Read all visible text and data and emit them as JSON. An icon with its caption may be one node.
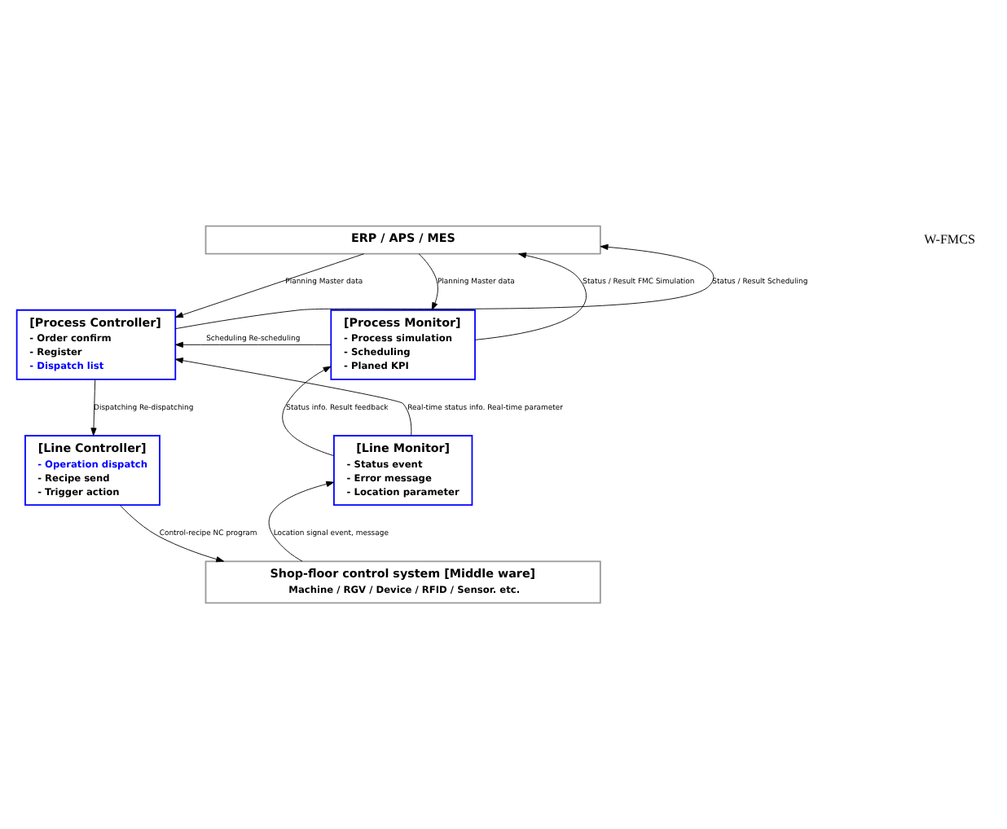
{
  "diagram": {
    "nodes": [
      {
        "text": [
          "ERP / APS / MES"
        ]
      },
      {
        "text": [
          "[Process Monitor]",
          "- Process simulation",
          "- Scheduling",
          "- Planed KPI"
        ]
      },
      {
        "text": [
          "[Process Controller]",
          "- Order confirm",
          "- Register",
          "- Dispatch list"
        ]
      },
      {
        "text": [
          "[Line Monitor]",
          "- Status event",
          "- Error message",
          "- Location parameter"
        ]
      },
      {
        "text": [
          "[Line Controller]",
          "- Operation dispatch",
          "- Recipe send",
          "- Trigger action"
        ]
      },
      {
        "text": [
          "Shop-floor control system [Middle ware]",
          "Machine / RGV / Device / RFID / Sensor. etc."
        ]
      }
    ],
    "edges": [
      {
        "from": 1,
        "to": 0,
        "arrow": "to",
        "label": "Status / Result FMC Simulation"
      },
      {
        "from": 0,
        "to": 1,
        "arrow": "to",
        "label": "Planning Master data"
      },
      {
        "from": 2,
        "to": 0,
        "arrow": "to",
        "label": "Status / Result Scheduling"
      },
      {
        "from": 0,
        "to": 2,
        "arrow": "to",
        "label": "Planning Master data"
      },
      {
        "from": 1,
        "to": 2,
        "arrow": "to",
        "label": "Scheduling Re-scheduling"
      },
      {
        "from": 3,
        "to": 1,
        "arrow": "to",
        "label": "Status info. Result feedback"
      },
      {
        "from": 3,
        "to": 2,
        "arrow": "to",
        "label": "Real-time status info. Real-time parameter"
      },
      {
        "from": 2,
        "to": 4,
        "arrow": "to",
        "label": "Dispatching Re-dispatching"
      },
      {
        "from": 5,
        "to": 3,
        "arrow": "to",
        "label": "Location signal event, message"
      },
      {
        "from": 4,
        "to": 5,
        "arrow": "to",
        "label": "Control-recipe NC program"
      }
    ],
    "labels": [
      "W-FMCS"
    ]
  }
}
